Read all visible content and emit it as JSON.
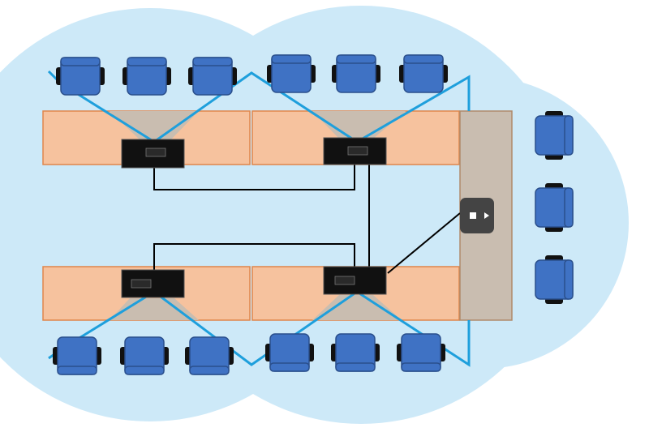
{
  "colors": {
    "coverage": "#cde9f8",
    "beam": "#1e9fdc",
    "table": "#f6c29e",
    "table_edge": "#e0864a",
    "console_table": "#c9bdb0",
    "console_edge": "#b08a6a",
    "chair_fill": "#3f72c4",
    "chair_edge": "#2a4f8c",
    "chair_arm": "#111111",
    "mic_body": "#111111",
    "mic_panel": "#2a2a2a",
    "hub": "#444444",
    "cable": "#000000"
  },
  "layout_description": {
    "tables": [
      "upper-left",
      "upper-right",
      "lower-left",
      "lower-right",
      "console"
    ],
    "microphones": [
      "mic-upper-left",
      "mic-upper-right",
      "mic-lower-left",
      "mic-lower-right"
    ],
    "hub_icons": [
      "stop-icon",
      "play-icon"
    ],
    "chairs_top_row": 6,
    "chairs_bottom_row": 6,
    "chairs_right_column": 3
  }
}
